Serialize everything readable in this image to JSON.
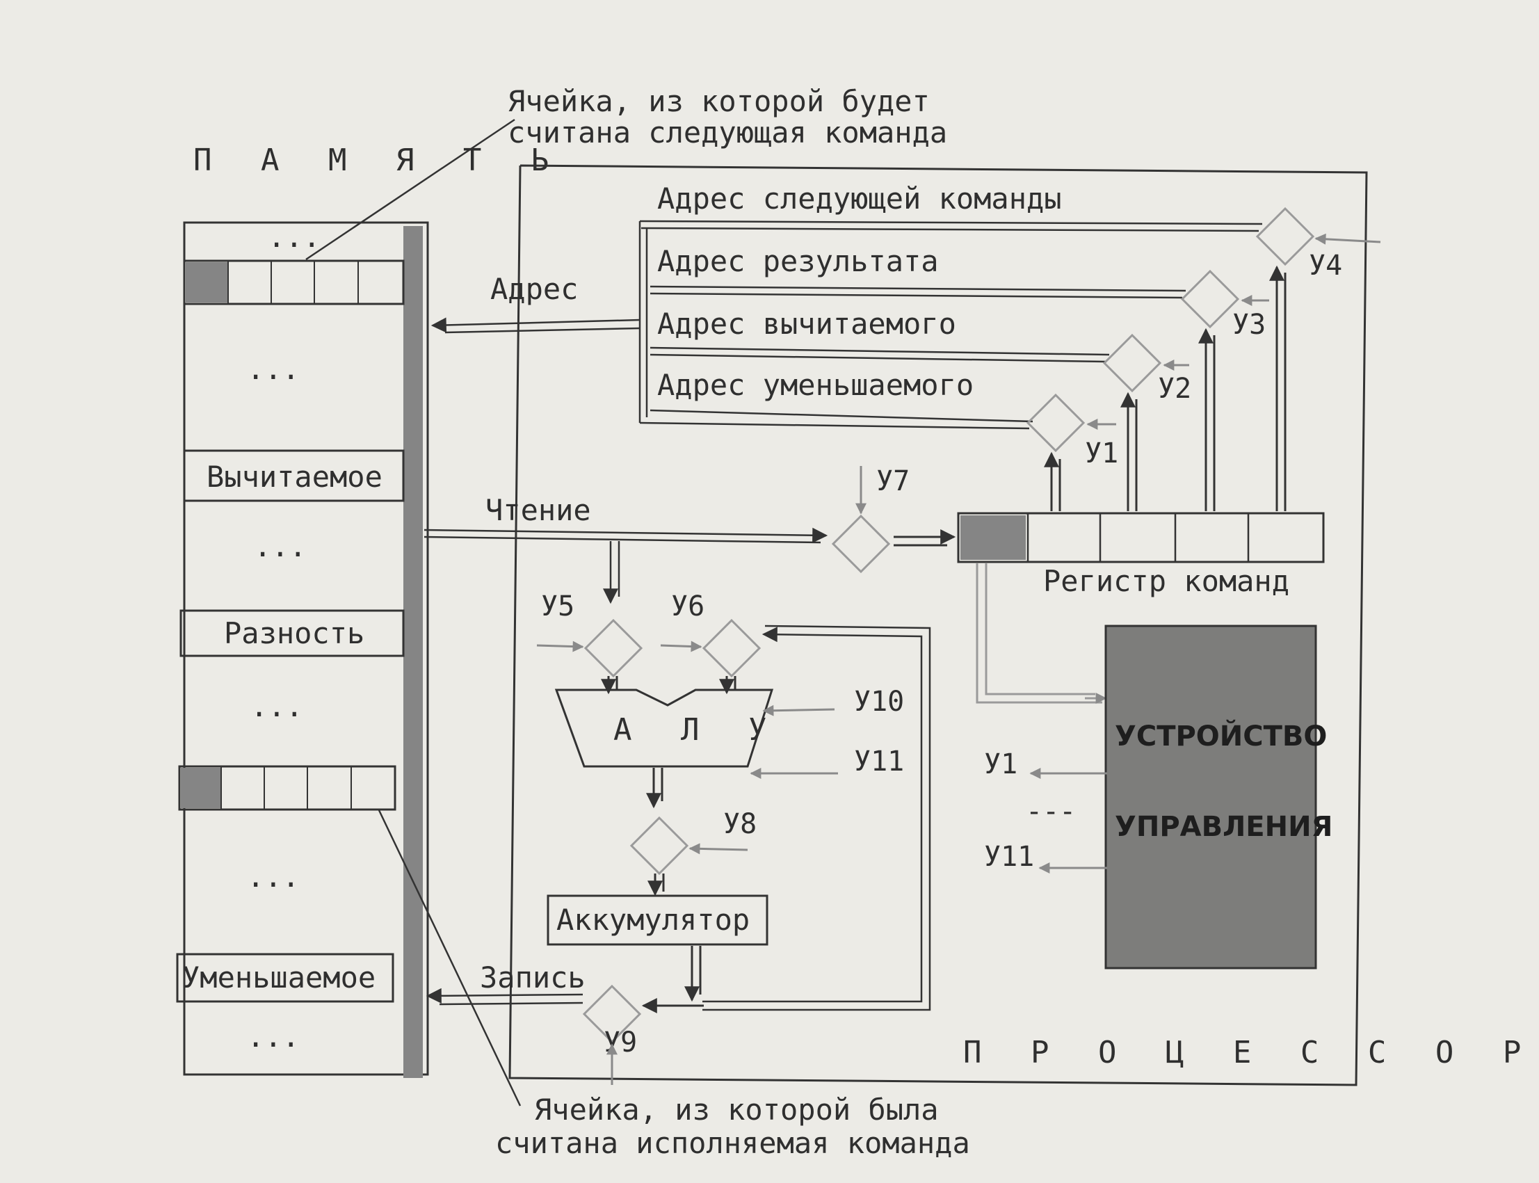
{
  "memory": {
    "title": "П А М Я Т Ь",
    "cells": {
      "dots": "...",
      "subtrahend": "Вычитаемое",
      "difference": "Разность",
      "minuend": "Уменьшаемое"
    }
  },
  "processor": {
    "title": "П Р О Ц Е С С О Р"
  },
  "callouts": {
    "next_cell_line1": "Ячейка, из которой будет",
    "next_cell_line2": "считана следующая команда",
    "exec_cell_line1": "Ячейка, из которой была",
    "exec_cell_line2": "считана исполняемая команда"
  },
  "bus_labels": {
    "address": "Адрес",
    "read": "Чтение",
    "write": "Запись"
  },
  "address_registers": {
    "next": "Адрес следующей команды",
    "result": "Адрес результата",
    "subtrahend": "Адрес вычитаемого",
    "minuend": "Адрес уменьшаемого"
  },
  "instruction_register": {
    "label": "Регистр команд"
  },
  "alu": {
    "label": "А Л У"
  },
  "accumulator": {
    "label": "Аккумулятор"
  },
  "control_unit": {
    "line1": "УСТРОЙСТВО",
    "line2": "УПРАВЛЕНИЯ",
    "fill": "#7d7d7b"
  },
  "signals": {
    "y1": "У1",
    "y2": "У2",
    "y3": "У3",
    "y4": "У4",
    "y5": "У5",
    "y6": "У6",
    "y7": "У7",
    "y8": "У8",
    "y9": "У9",
    "y10": "У10",
    "y11": "У11",
    "cu_out_first": "У1",
    "cu_out_last": "У11",
    "cu_out_gap": "---"
  },
  "colors": {
    "line": "#333333",
    "gate": "#9a9a9a",
    "signal": "#8a8a8a",
    "fill": "#858585"
  }
}
